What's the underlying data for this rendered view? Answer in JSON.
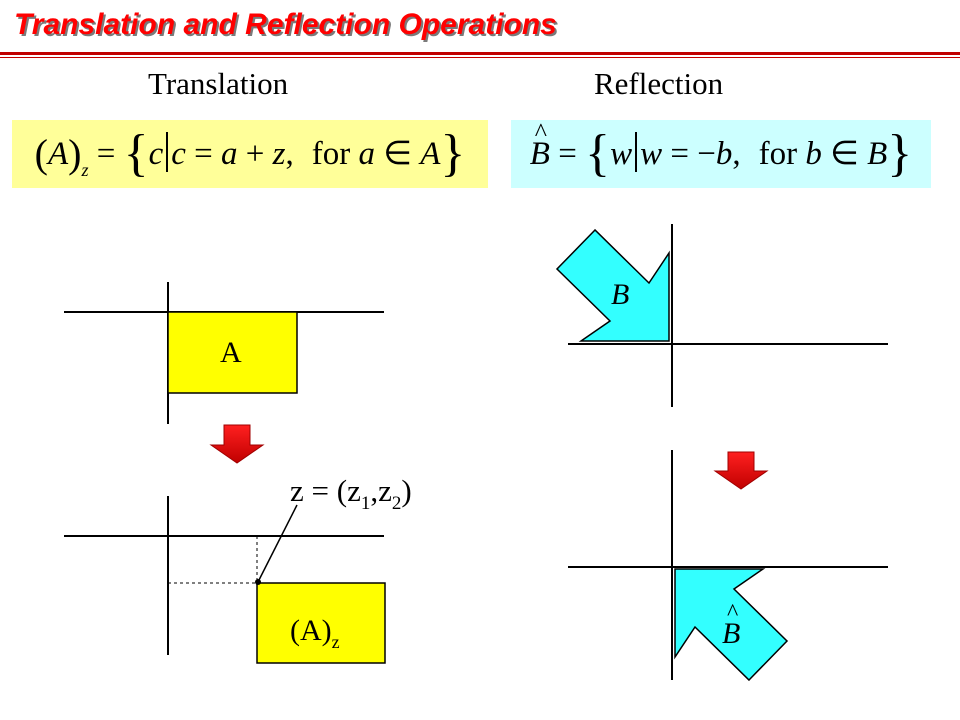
{
  "title": "Translation and Reflection Operations",
  "translation": {
    "heading": "Translation",
    "formula": {
      "set": "A",
      "subscript": "z",
      "var": "c",
      "rhs_a": "a",
      "rhs_z": "z",
      "for_word": "for",
      "elem": "a",
      "in_set": "A"
    },
    "shape_label": "A",
    "translated_label": "(A)",
    "translated_sub": "z",
    "vector_label": "z = (z",
    "vector_sub1": "1",
    "vector_sep": ",z",
    "vector_sub2": "2",
    "vector_close": ")"
  },
  "reflection": {
    "heading": "Reflection",
    "formula": {
      "set": "B",
      "var": "w",
      "rhs": "b",
      "for_word": "for",
      "elem": "b",
      "in_set": "B"
    },
    "shape_label": "B",
    "reflected_label": "B"
  },
  "colors": {
    "title": "#ff0000",
    "box_yellow": "#ffff99",
    "box_cyan": "#ccffff",
    "shape_yellow": "#ffff00",
    "shape_cyan": "#33ffff",
    "arrow_red": "#ff0000",
    "arrow_dark": "#a00000"
  },
  "icons": [
    "down-arrow-icon"
  ]
}
